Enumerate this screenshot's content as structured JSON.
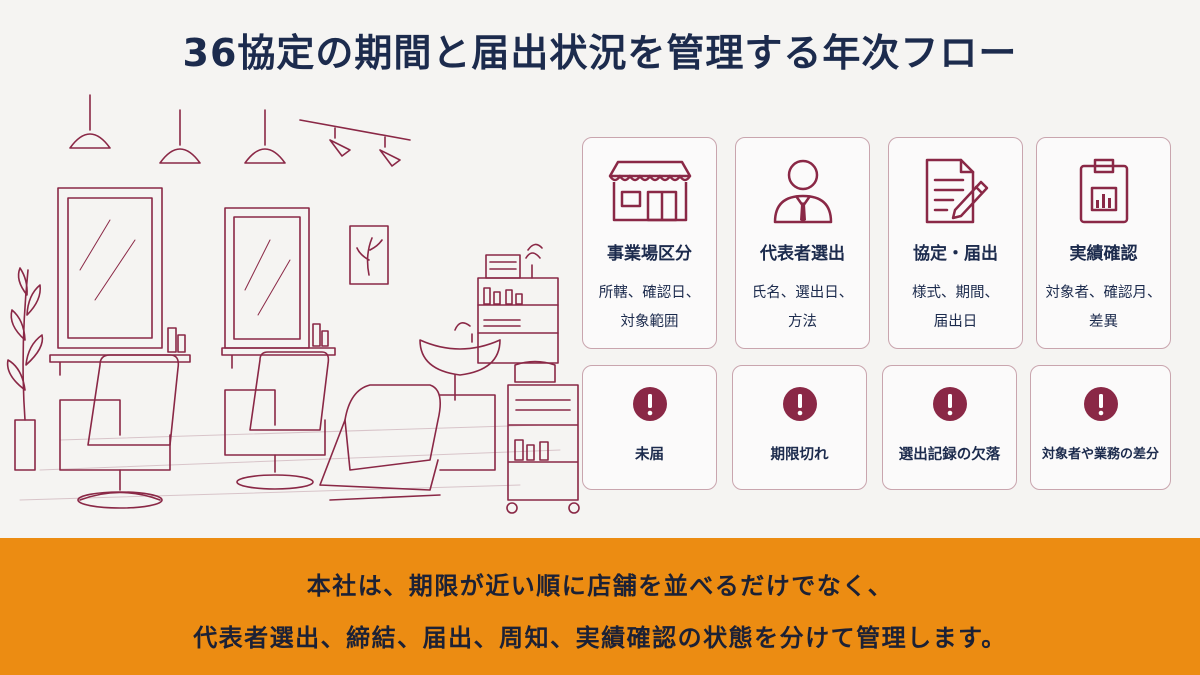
{
  "title": "36協定の期間と届出状況を管理する年次フロー",
  "colors": {
    "background": "#f5f4f2",
    "accent": "#8a2846",
    "card_border": "#c9a5ae",
    "text": "#1c2b4d",
    "footer": "#ec8c12"
  },
  "flow_cards": [
    {
      "icon": "storefront-icon",
      "title": "事業場区分",
      "description": "所轄、確認日、\n対象範囲"
    },
    {
      "icon": "representative-person-icon",
      "title": "代表者選出",
      "description": "氏名、選出日、\n方法"
    },
    {
      "icon": "document-pen-icon",
      "title": "協定・届出",
      "description": "様式、期間、\n届出日"
    },
    {
      "icon": "clipboard-chart-icon",
      "title": "実績確認",
      "description": "対象者、確認月、\n差異"
    }
  ],
  "issue_cards": [
    {
      "icon": "exclamation-icon",
      "label": "未届"
    },
    {
      "icon": "exclamation-icon",
      "label": "期限切れ"
    },
    {
      "icon": "exclamation-icon",
      "label": "選出記録の欠落"
    },
    {
      "icon": "exclamation-icon",
      "label": "対象者や業務の差分"
    }
  ],
  "footer": {
    "line1": "本社は、期限が近い順に店舗を並べるだけでなく、",
    "line2": "代表者選出、締結、届出、周知、実績確認の状態を分けて管理します。"
  }
}
